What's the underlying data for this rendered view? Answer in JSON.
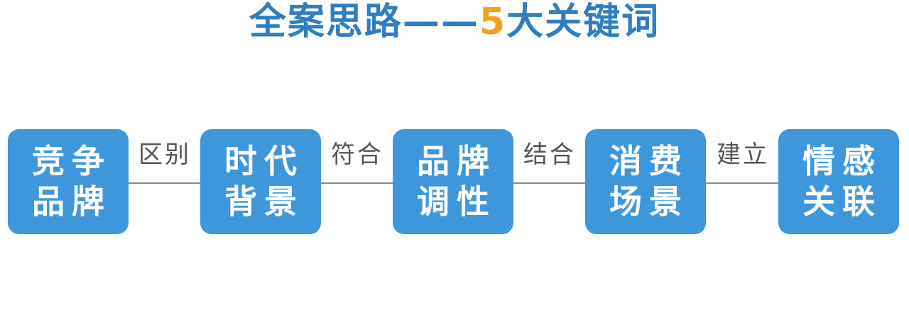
{
  "title": {
    "prefix": "全案思路——",
    "number": "5",
    "suffix": "大关键词"
  },
  "boxes": [
    {
      "line1": "竞争",
      "line2": "品牌"
    },
    {
      "line1": "时代",
      "line2": "背景"
    },
    {
      "line1": "品牌",
      "line2": "调性"
    },
    {
      "line1": "消费",
      "line2": "场景"
    },
    {
      "line1": "情感",
      "line2": "关联"
    }
  ],
  "connectors": [
    "区别",
    "符合",
    "结合",
    "建立"
  ],
  "colors": {
    "title": "#2f7dc2",
    "title_number": "#f2a01e",
    "box_fill": "#3f97db",
    "box_text": "#ffffff",
    "line": "#8a8a8a",
    "connector_text": "#555555"
  }
}
